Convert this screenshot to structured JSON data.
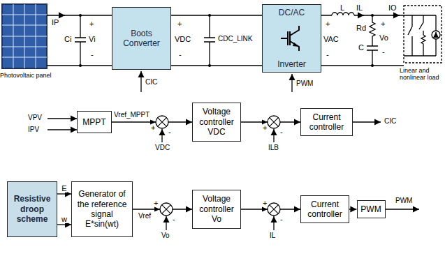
{
  "diagram": {
    "nodes": [
      {
        "text": [
          "Boots Converter"
        ]
      },
      {
        "text": [
          "DC/AC",
          "Inverter"
        ]
      },
      {
        "text": [
          "MPPT"
        ]
      },
      {
        "text": [
          "Voltage controller VDC"
        ]
      },
      {
        "text": [
          "Current controller"
        ]
      },
      {
        "text": [
          "Resistive droop scheme"
        ]
      },
      {
        "text": [
          "Generator of the reference signal E*sin(wt)"
        ]
      },
      {
        "text": [
          "Voltage controller Vo"
        ]
      },
      {
        "text": [
          "Current controller"
        ]
      },
      {
        "text": [
          "PWM"
        ]
      }
    ],
    "edges": [
      {
        "from": 0,
        "to": 1,
        "arrow": "none"
      },
      {
        "from": 2,
        "to": 3,
        "arrow": "to"
      },
      {
        "from": 3,
        "to": 4,
        "arrow": "to"
      },
      {
        "from": 5,
        "to": 6,
        "label": "E",
        "arrow": "to"
      },
      {
        "from": 5,
        "to": 6,
        "label": "w",
        "arrow": "to"
      },
      {
        "from": 6,
        "to": 7,
        "arrow": "to"
      },
      {
        "from": 7,
        "to": 8,
        "arrow": "to"
      },
      {
        "from": 8,
        "to": 9,
        "arrow": "to"
      }
    ],
    "labels": [
      "Photovoltaic panel",
      "IP",
      "Ci",
      "+",
      "Vi",
      "-",
      "+",
      "VDC",
      "-",
      "CDC_LINK",
      "+",
      "VAC",
      "-",
      "L",
      "IL",
      "Rd",
      "+",
      "IO",
      "C",
      "Vo",
      "-",
      "Linear and nonlinear load",
      "CIC",
      "PWM",
      "VPV",
      "IPV",
      "Vref_MPPT",
      "+",
      "-",
      "VDC",
      "+",
      "-",
      "ILB",
      "CIC",
      "Vref",
      "+",
      "-",
      "Vo",
      "+",
      "-",
      "IL",
      "PWM"
    ]
  }
}
